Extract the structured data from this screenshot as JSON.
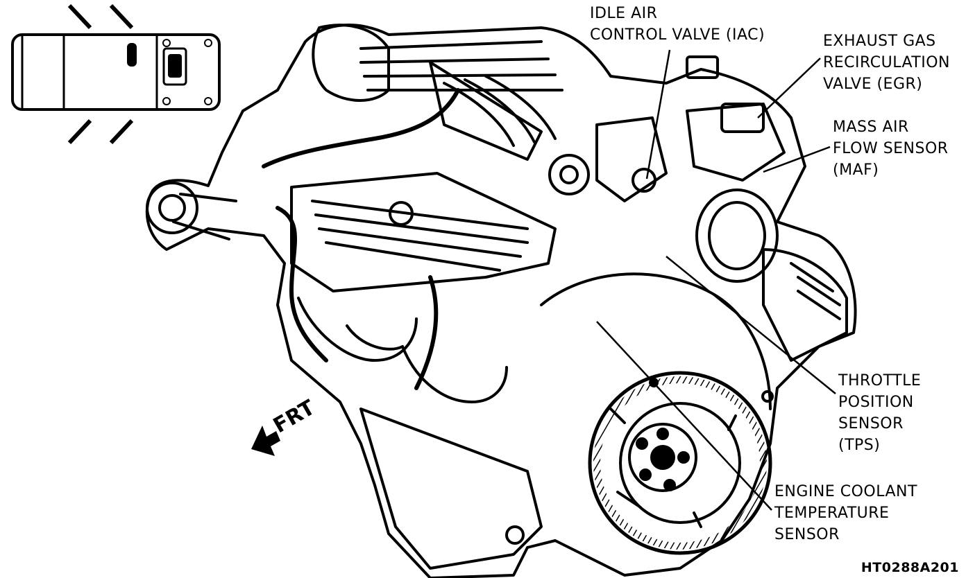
{
  "callouts": {
    "iac": [
      "IDLE AIR",
      "CONTROL VALVE (IAC)"
    ],
    "egr": [
      "EXHAUST GAS",
      "RECIRCULATION",
      "VALVE (EGR)"
    ],
    "maf": [
      "MASS AIR",
      "FLOW SENSOR",
      "(MAF)"
    ],
    "tps": [
      "THROTTLE",
      "POSITION",
      "SENSOR",
      "(TPS)"
    ],
    "ect": [
      "ENGINE COOLANT",
      "TEMPERATURE",
      "SENSOR"
    ]
  },
  "front_label": "FRT",
  "drawing_code": "HT0288A201"
}
